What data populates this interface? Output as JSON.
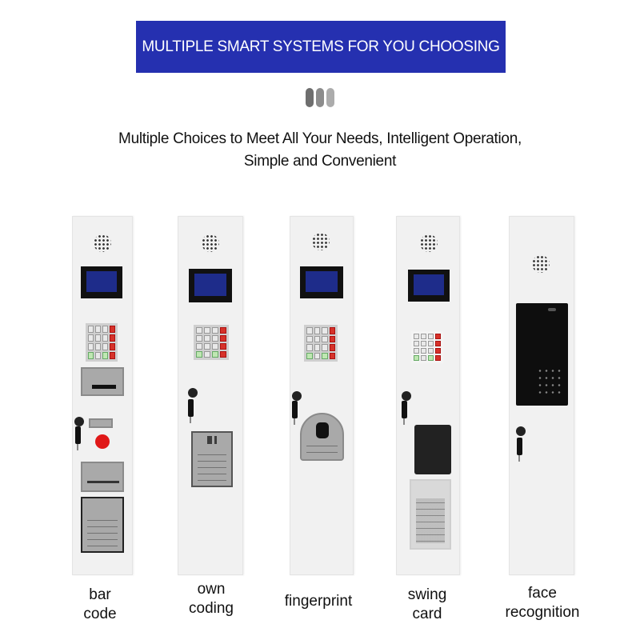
{
  "header": {
    "banner_title": "MULTIPLE SMART SYSTEMS FOR YOU CHOOSING",
    "banner_color": "#2530b0",
    "divider_dot_colors": [
      "#6e6e6e",
      "#8c8c8c",
      "#acacac"
    ],
    "subtitle_line1": "Multiple Choices to Meet All Your Needs, Intelligent Operation,",
    "subtitle_line2": "Simple and Convenient"
  },
  "systems": [
    {
      "id": "bar-code",
      "label_line1": "bar",
      "label_line2": "code"
    },
    {
      "id": "own-coding",
      "label_line1": "own",
      "label_line2": "coding"
    },
    {
      "id": "fingerprint",
      "label_line1": "fingerprint",
      "label_line2": ""
    },
    {
      "id": "swing-card",
      "label_line1": "swing",
      "label_line2": "card"
    },
    {
      "id": "face-recognition",
      "label_line1": "face",
      "label_line2": "recognition"
    }
  ]
}
